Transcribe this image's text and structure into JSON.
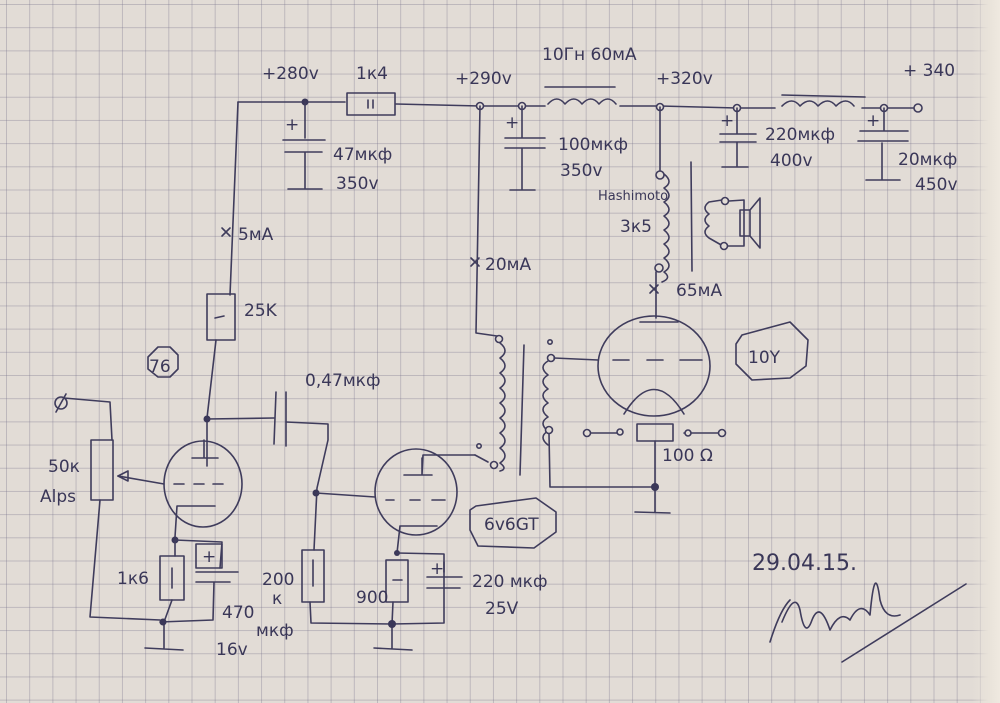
{
  "diagram": {
    "type": "hand-drawn tube amplifier schematic on graph paper",
    "supply_rail": {
      "nodes": [
        {
          "voltage": "+280v"
        },
        {
          "voltage": "+290v"
        },
        {
          "voltage": "+320v"
        },
        {
          "voltage": "+ 340"
        }
      ],
      "resistor": "1к4",
      "choke1": "10Гн 60мA",
      "caps": [
        {
          "value": "47мкф",
          "voltage": "350v"
        },
        {
          "value": "100мкф",
          "voltage": "350v"
        },
        {
          "value": "220мкф",
          "voltage": "400v"
        },
        {
          "value": "20мкф",
          "voltage": "450v"
        }
      ]
    },
    "stage1": {
      "tube": "76",
      "plate_current": "5мA",
      "plate_resistor": "25K",
      "coupling_cap": "0,47мкф",
      "volume_pot": {
        "value": "50к",
        "brand": "Alps"
      },
      "cathode_resistor": "1к6",
      "cathode_cap": {
        "value": "470",
        "unit": "мкф",
        "voltage": "16v"
      },
      "input_symbol": "⌀"
    },
    "stage2": {
      "tube": "6v6GT",
      "plate_current": "20мA",
      "grid_resistor": {
        "value": "200",
        "unit": "к"
      },
      "cathode_resistor": "900",
      "cathode_cap": {
        "value": "220 мкф",
        "voltage": "25V"
      }
    },
    "output_stage": {
      "tube": "10Y",
      "plate_current": "65мA",
      "output_transformer": {
        "brand": "Hashimoto",
        "impedance": "3к5"
      },
      "filament_resistor": "100 Ω"
    },
    "signature": {
      "date": "29.04.15.",
      "name": "signature"
    },
    "plus_sign": "+",
    "minus_sign": "|"
  }
}
